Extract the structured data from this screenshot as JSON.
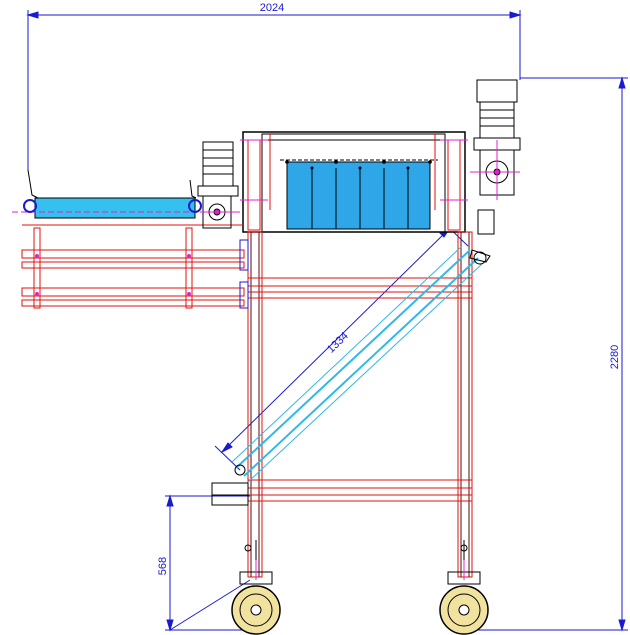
{
  "dimensions": {
    "overall_width": "2024",
    "overall_height": "2280",
    "incline_length": "1334",
    "base_height": "568"
  },
  "colors": {
    "frame_red": "#e01010",
    "frame_dark": "#5a0a0a",
    "outline": "#000000",
    "dimension_blue": "#1a1ad0",
    "tank_fill": "#2ea6e8",
    "conveyor_fill": "#36c0ee",
    "chain_cyan": "#30b8e8",
    "centerline_magenta": "#e020d0",
    "wheel_fill": "#f2e2a0"
  },
  "icons": [
    "motor-icon",
    "gearbox-icon",
    "caster-wheel-icon"
  ]
}
